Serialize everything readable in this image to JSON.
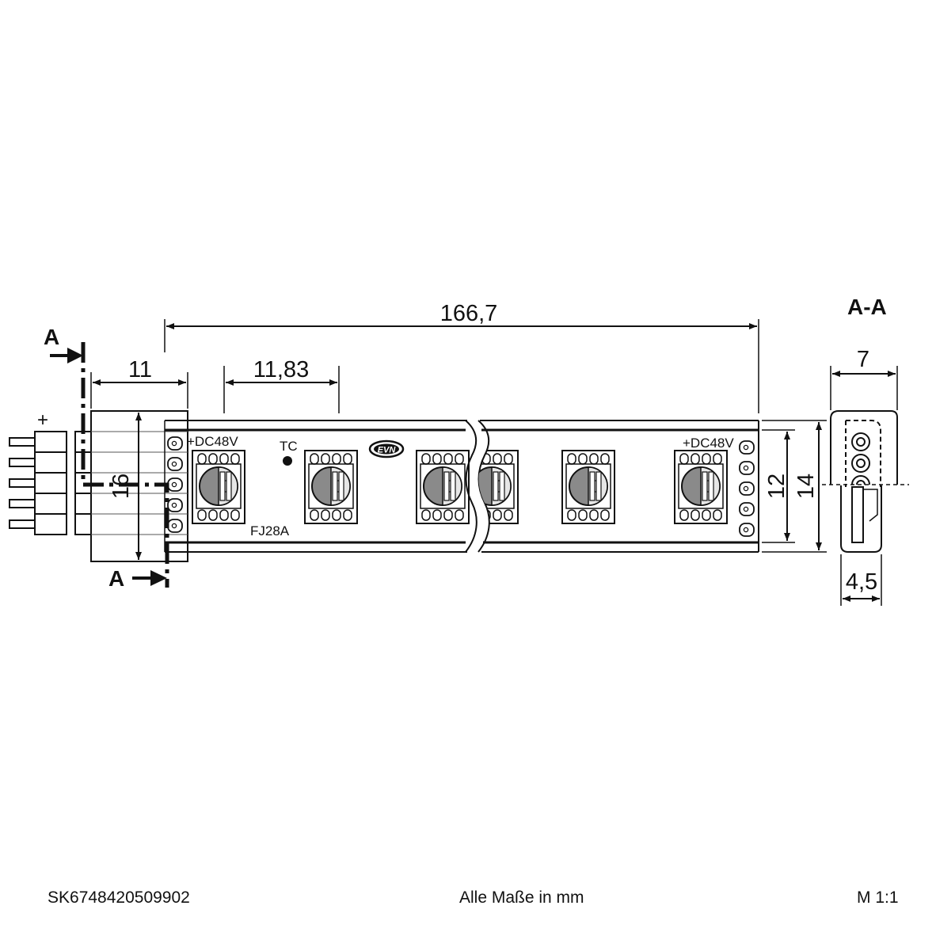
{
  "dimensions": {
    "overall_length": "166,7",
    "segment_pitch": "11,83",
    "connector_length": "11",
    "connector_height": "16",
    "strip_width_inner": "12",
    "strip_width_outer": "14",
    "section_width": "7",
    "section_height": "4,5"
  },
  "labels": {
    "polarity": "+",
    "voltage_left": "+DC48V",
    "voltage_right": "+DC48V",
    "sensor": "TC",
    "model": "FJ28A",
    "brand": "EVN",
    "section_marker_top": "A",
    "section_marker_bottom": "A",
    "section_title": "A-A"
  },
  "footer": {
    "article_number": "SK6748420509902",
    "units_note": "Alle Maße in mm",
    "scale": "M 1:1"
  }
}
